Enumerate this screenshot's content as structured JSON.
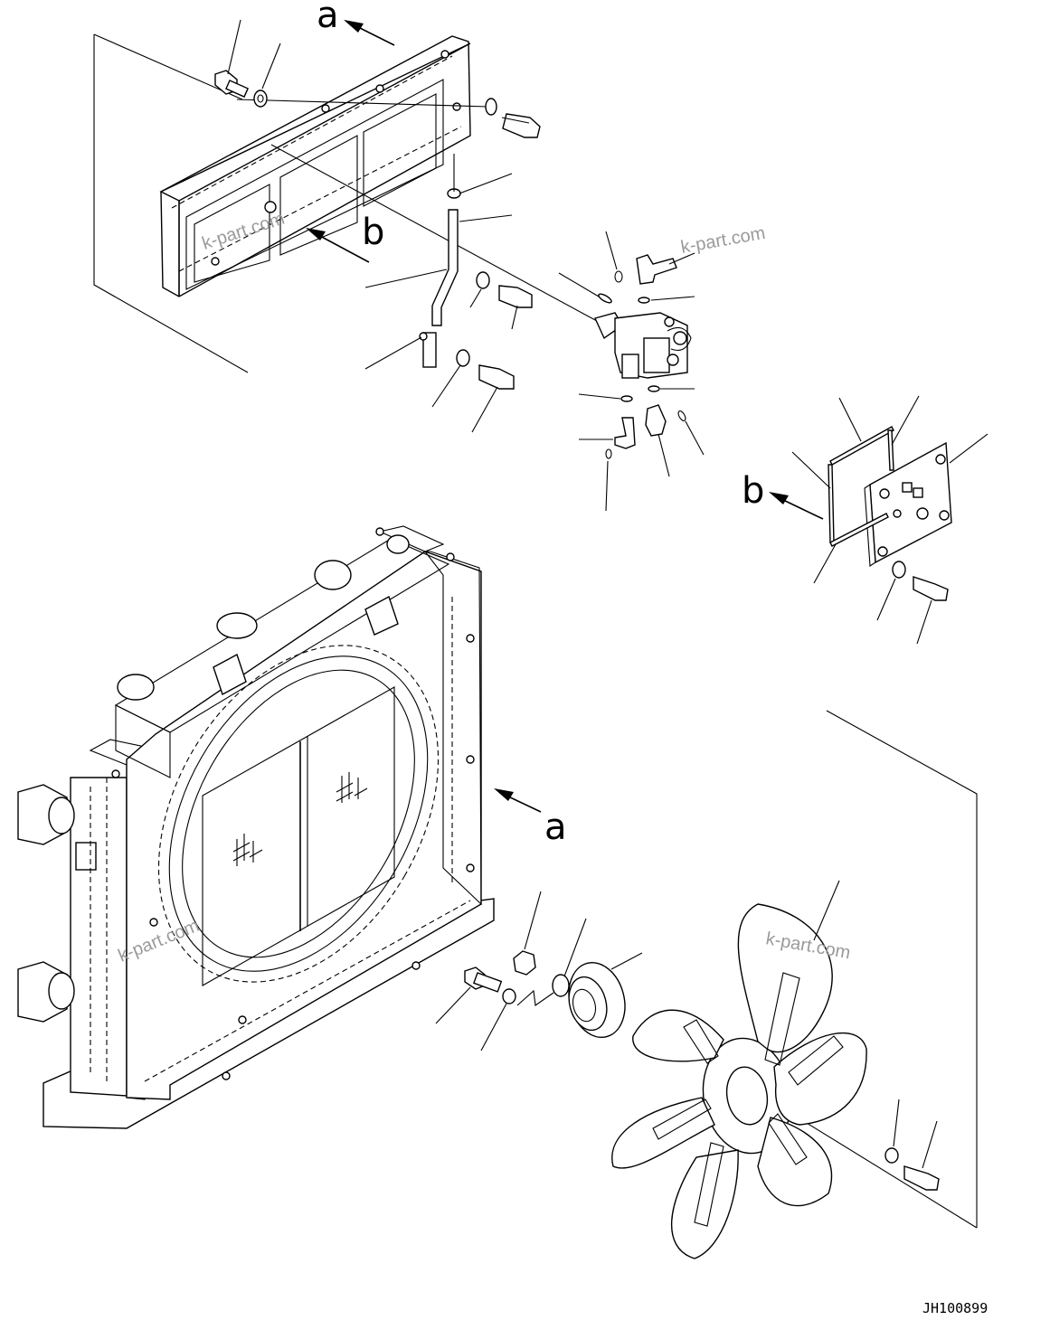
{
  "view_labels": {
    "a_top": "a",
    "b_top": "b",
    "b_right": "b",
    "a_mid": "a"
  },
  "watermark": "k-part.com",
  "drawing_code": "JH100899"
}
